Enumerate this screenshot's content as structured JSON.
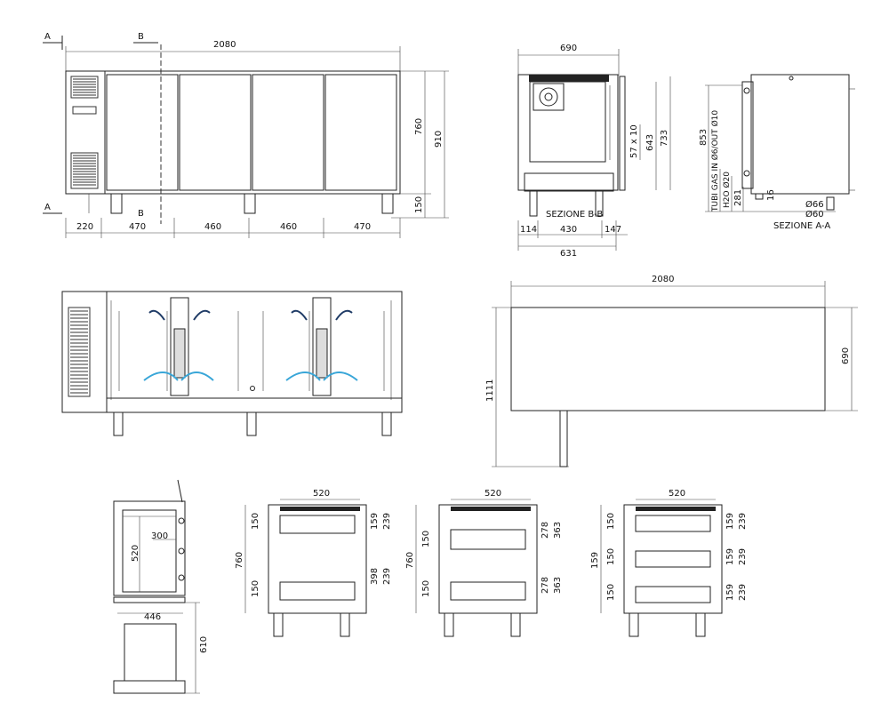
{
  "front": {
    "w": "2080",
    "h": "910",
    "body": "760",
    "legs": "150",
    "segs": [
      "220",
      "470",
      "460",
      "460",
      "470"
    ],
    "sec_a": "A",
    "sec_b": "B"
  },
  "secB": {
    "w": "690",
    "d1": "57 x 10",
    "d2": "643",
    "d3": "733",
    "b1": "114",
    "b2": "430",
    "b3": "147",
    "b4": "631",
    "label": "SEZIONE B-B"
  },
  "secA": {
    "h": "853",
    "gas": "TUBI GAS IN Ø6/OUT Ø10",
    "h2o": "H2O Ø20",
    "v1": "281",
    "v2": "16",
    "d1": "Ø66",
    "d2": "Ø60",
    "label": "SEZIONE A-A"
  },
  "top": {
    "w": "2080",
    "d": "690",
    "h": "1111"
  },
  "drawer_side": {
    "a": "300",
    "b": "520",
    "c": "446",
    "d": "610"
  },
  "p1": {
    "w": "520",
    "h": "760",
    "a": "150",
    "b": "150",
    "c": "159",
    "d": "239",
    "e": "398",
    "f": "239"
  },
  "p2": {
    "w": "520",
    "h": "760",
    "a": "150",
    "b": "150",
    "c": "278",
    "d": "363",
    "e": "278",
    "f": "363"
  },
  "p3": {
    "w": "520",
    "h": "159",
    "a": "150",
    "b": "150",
    "c": "150",
    "d": "159",
    "e": "239",
    "f": "159",
    "g": "239",
    "i": "239"
  }
}
